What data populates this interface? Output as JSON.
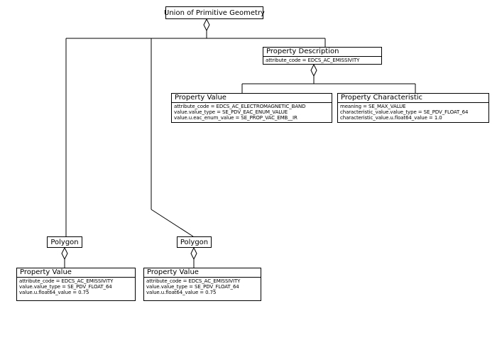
{
  "root": {
    "label": "Union of Primitive Geometry"
  },
  "property_description": {
    "title": "Property Description",
    "attrs": [
      "attribute_code = EDCS_AC_EMISSIVITY"
    ]
  },
  "property_value_band": {
    "title": "Property Value",
    "attrs": [
      "attribute_code = EDCS_AC_ELECTROMAGNETIC_BAND",
      "value.value_type = SE_PDV_EAC_ENUM_VALUE",
      "value.u.eac_enum_value = SE_PROP_VAC_EMB__IR"
    ]
  },
  "property_characteristic": {
    "title": "Property Characteristic",
    "attrs": [
      "meaning = SE_MAX_VALUE",
      "characteristic_value.value_type = SE_PDV_FLOAT_64",
      "characteristic_value.u.float64_value = 1.0"
    ]
  },
  "polygon_left": {
    "label": "Polygon"
  },
  "polygon_right": {
    "label": "Polygon"
  },
  "property_value_left": {
    "title": "Property Value",
    "attrs": [
      "attribute_code = EDCS_AC_EMISSIVITY",
      "value.value_type = SE_PDV_FLOAT_64",
      "value.u.float64_value = 0.75"
    ]
  },
  "property_value_right": {
    "title": "Property Value",
    "attrs": [
      "attribute_code = EDCS_AC_EMISSIVITY",
      "value.value_type = SE_PDV_FLOAT_64",
      "value.u.float64_value = 0.75"
    ]
  }
}
